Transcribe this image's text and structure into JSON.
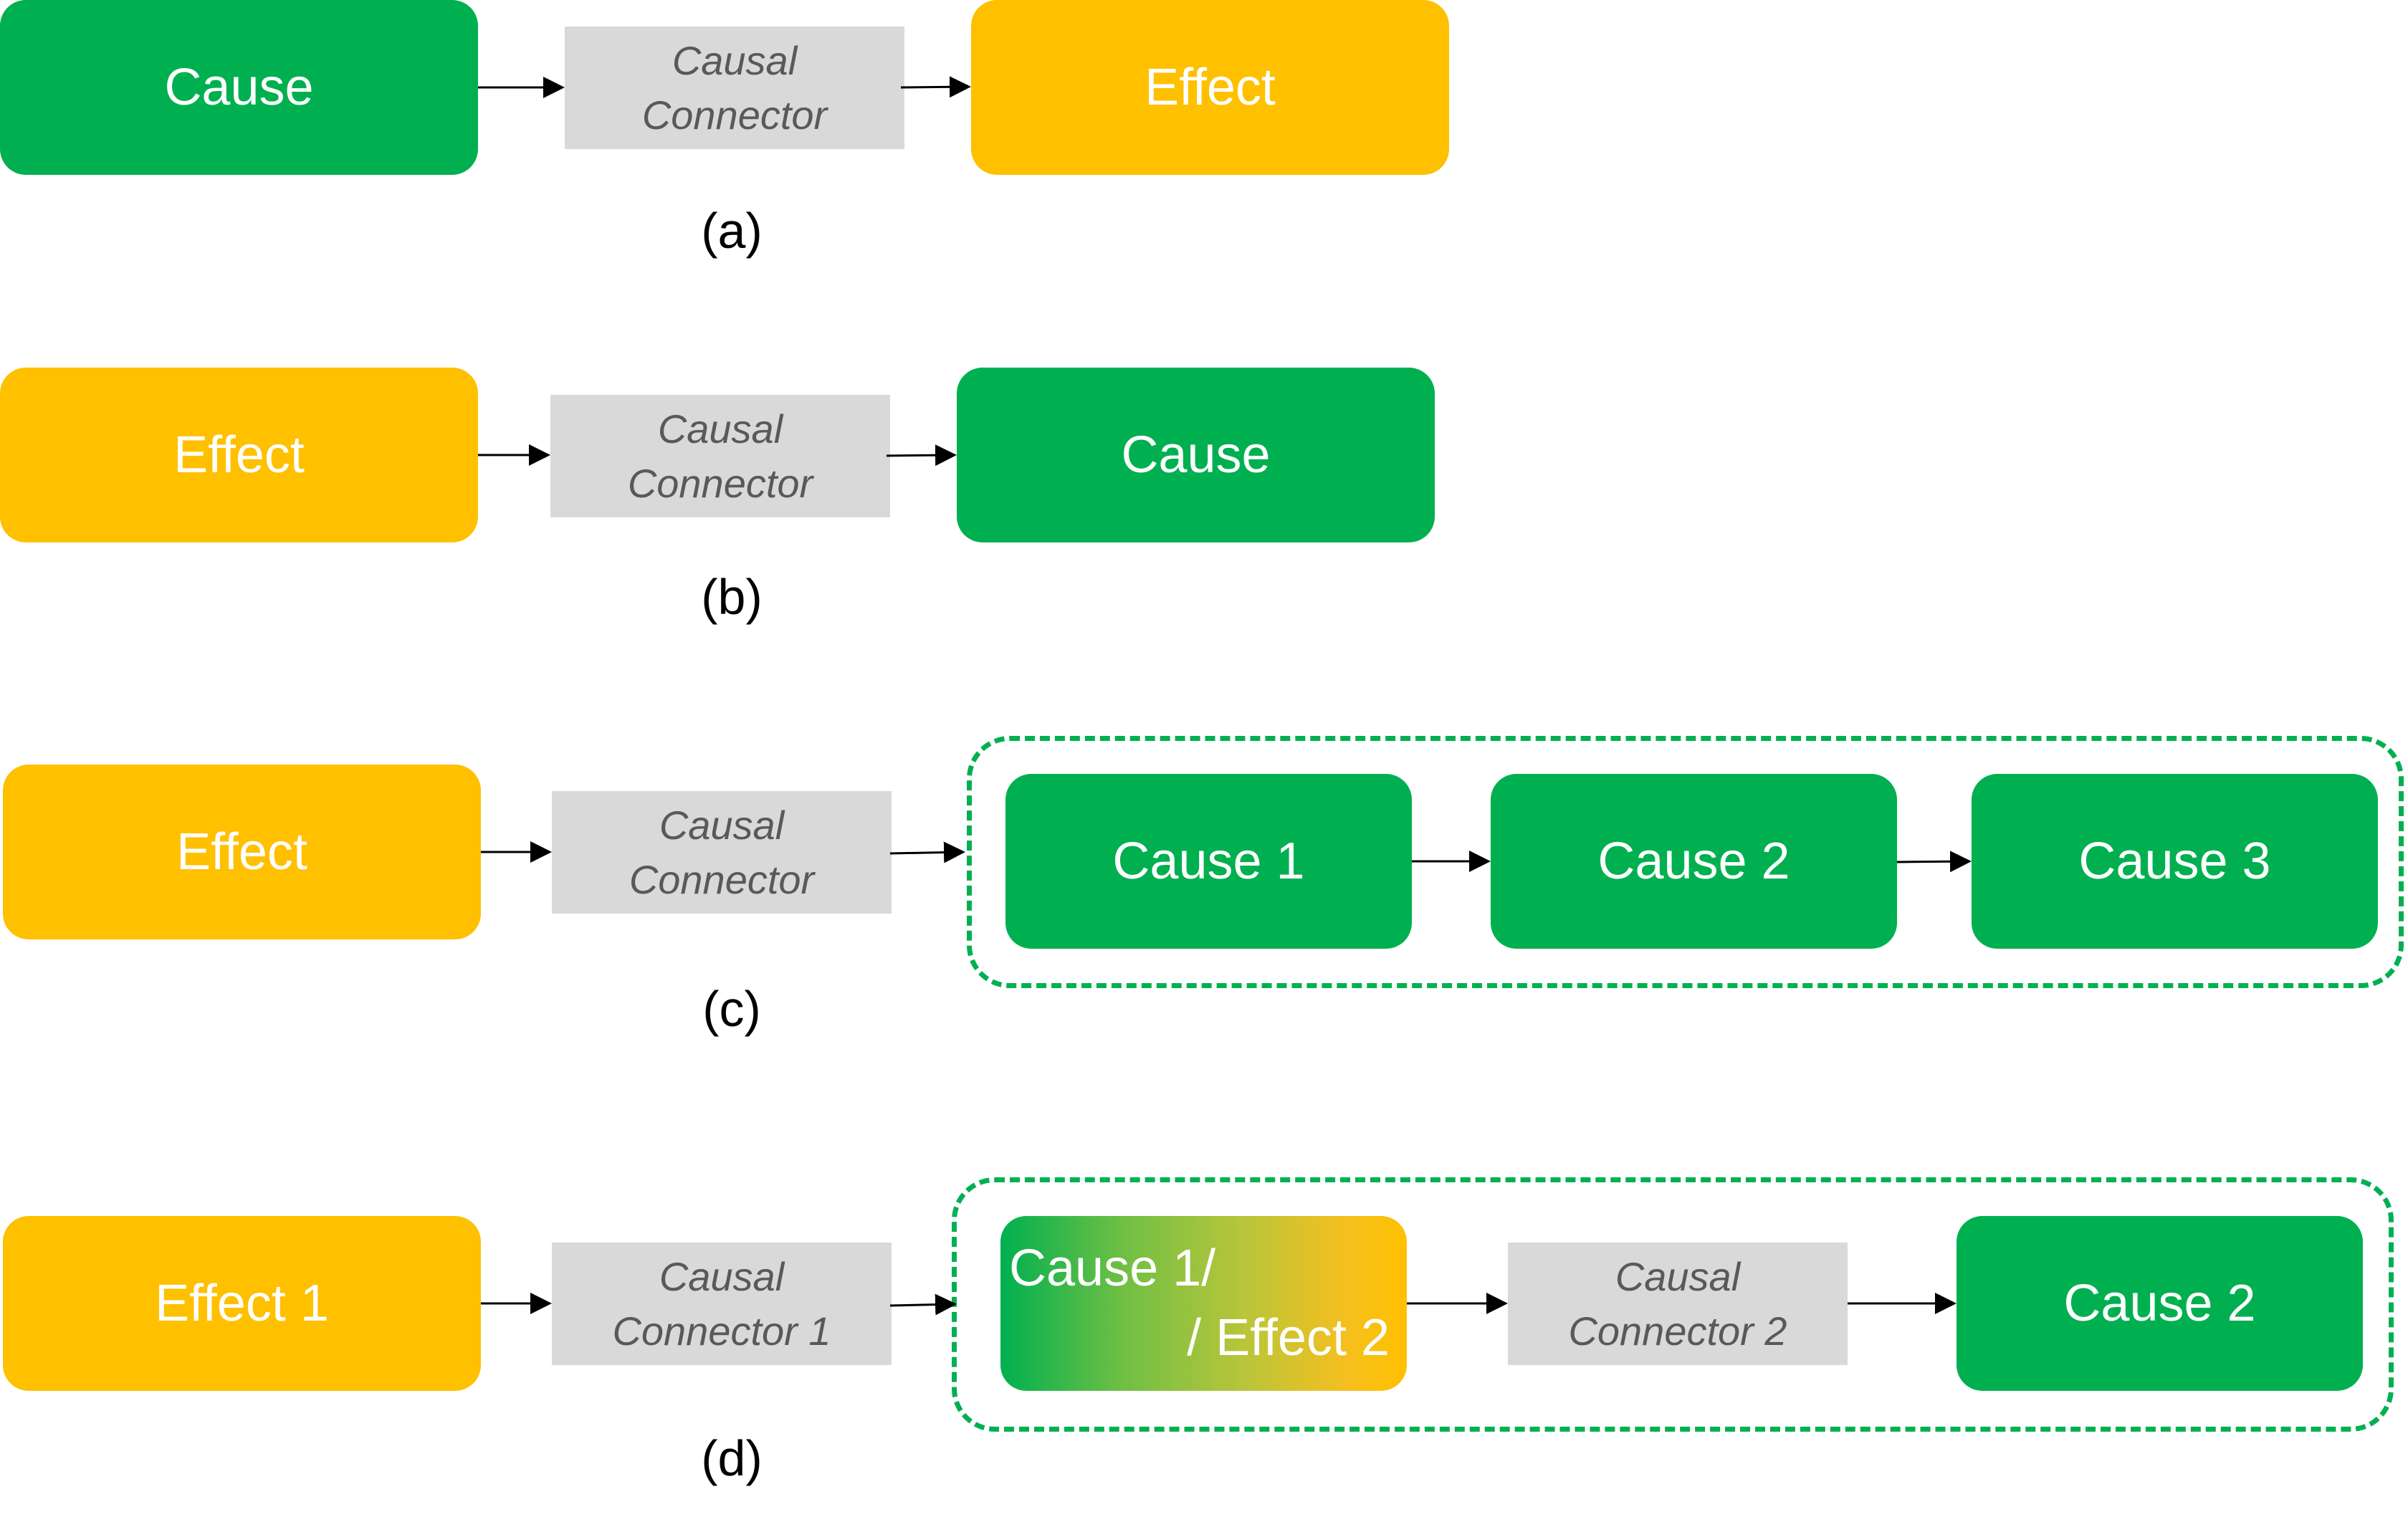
{
  "panel_a": {
    "cause": "Cause",
    "connector_line1": "Causal",
    "connector_line2": "Connector",
    "effect": "Effect",
    "label": "(a)"
  },
  "panel_b": {
    "effect": "Effect",
    "connector_line1": "Causal",
    "connector_line2": "Connector",
    "cause": "Cause",
    "label": "(b)"
  },
  "panel_c": {
    "effect": "Effect",
    "connector_line1": "Causal",
    "connector_line2": "Connector",
    "cause1": "Cause 1",
    "cause2": "Cause 2",
    "cause3": "Cause 3",
    "label": "(c)"
  },
  "panel_d": {
    "effect1": "Effect 1",
    "connector1_line1": "Causal",
    "connector1_line2": "Connector 1",
    "cause1_effect2_line1": "Cause 1/",
    "cause1_effect2_line2": "/ Effect 2",
    "connector2_line1": "Causal",
    "connector2_line2": "Connector 2",
    "cause2": "Cause 2",
    "label": "(d)"
  },
  "colors": {
    "cause_green": "#00b050",
    "effect_amber": "#ffc000",
    "connector_gray": "#d9d9d9",
    "connector_text": "#595959"
  }
}
